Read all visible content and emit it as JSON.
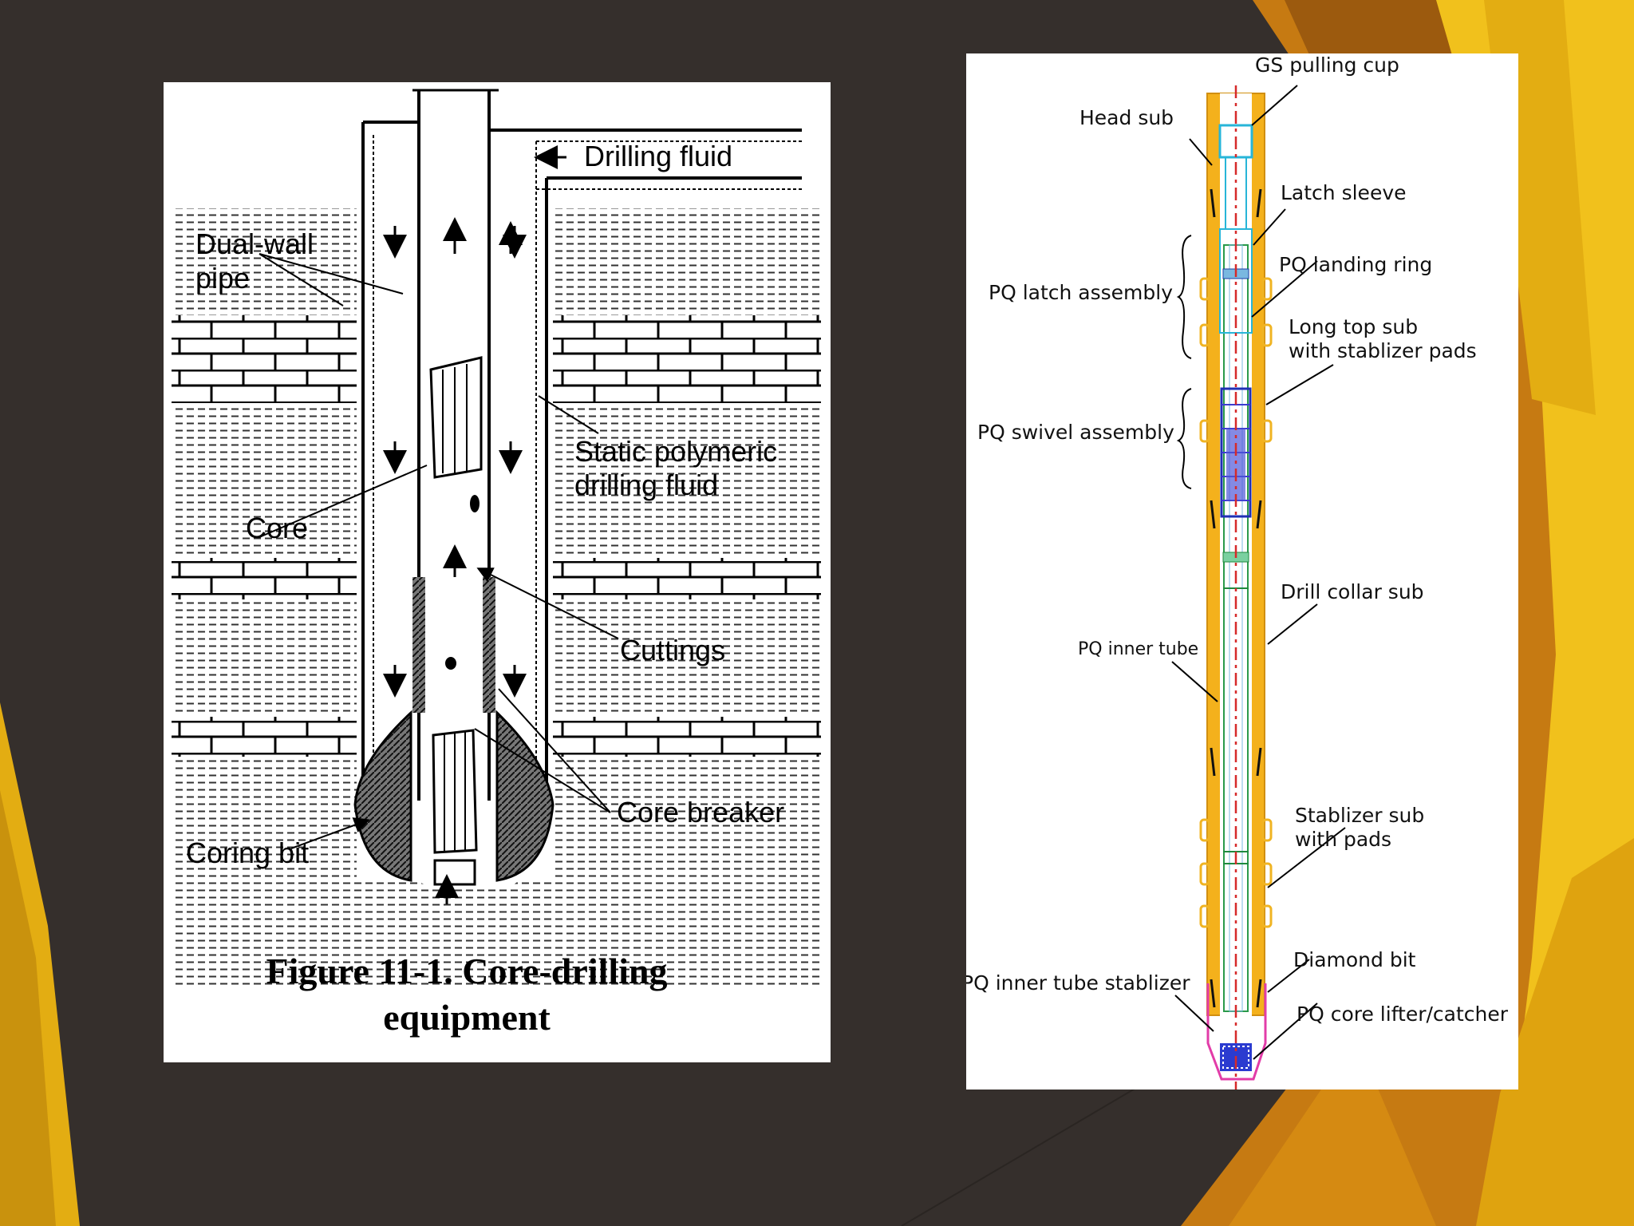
{
  "slide": {
    "colors": {
      "background": "#352f2c",
      "accent_gold": "#e8b10f",
      "accent_amber": "#c97a10"
    }
  },
  "figure_left": {
    "labels": {
      "drilling_fluid": "Drilling fluid",
      "dual_wall_1": "Dual-wall",
      "dual_wall_2": "pipe",
      "static_1": "Static polymeric",
      "static_2": "drilling fluid",
      "core": "Core",
      "cuttings": "Cuttings",
      "core_breaker": "Core breaker",
      "coring_bit": "Coring bit"
    },
    "caption_line1": "Figure 11-1.  Core-drilling",
    "caption_line2": "equipment"
  },
  "figure_right": {
    "labels": {
      "gs_pulling_cup": "GS pulling cup",
      "head_sub": "Head sub",
      "latch_sleeve": "Latch sleeve",
      "pq_landing_ring": "PQ landing ring",
      "pq_latch_assembly": "PQ latch assembly",
      "long_top_sub_1": "Long top sub",
      "long_top_sub_2": "with stablizer pads",
      "pq_swivel_assembly": "PQ swivel assembly",
      "drill_collar_sub": "Drill collar sub",
      "pq_inner_tube": "PQ inner tube",
      "stablizer_sub_1": "Stablizer sub",
      "stablizer_sub_2": "with pads",
      "diamond_bit": "Diamond bit",
      "pq_inner_tube_stablizer": "PQ inner tube stablizer",
      "pq_core_lifter": "PQ core lifter/catcher"
    }
  }
}
